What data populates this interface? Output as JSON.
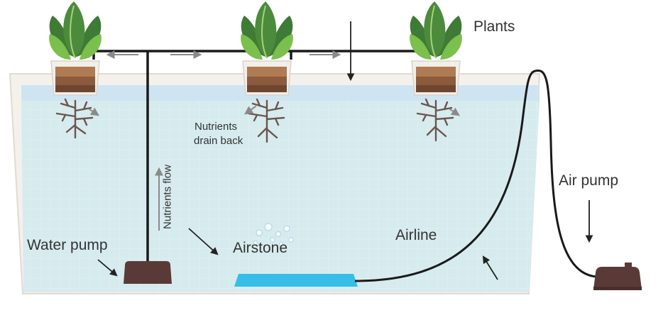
{
  "labels": {
    "plants": "Plants",
    "nutrients_drain_line1": "Nutrients",
    "nutrients_drain_line2": "drain back",
    "nutrients_flow": "Nutrients flow",
    "water_pump": "Water pump",
    "airstone": "Airstone",
    "airline": "Airline",
    "air_pump": "Air pump"
  },
  "colors": {
    "water": "#d7ecf0",
    "water_surface": "#cfe4f1",
    "tank_wall": "#e6e1da",
    "pipe": "#1a1a1a",
    "arrow_gray": "#8a8a8a",
    "pump": "#5a3a37",
    "airstone": "#36bde8",
    "pot_soil": "#8b5b3e",
    "leaf_dark": "#3f7a36",
    "leaf_light": "#7bbf4c"
  },
  "icons": [
    "plant-icon",
    "root-icon",
    "water-pump-icon",
    "airstone-icon",
    "air-pump-icon",
    "bubbles-icon"
  ]
}
